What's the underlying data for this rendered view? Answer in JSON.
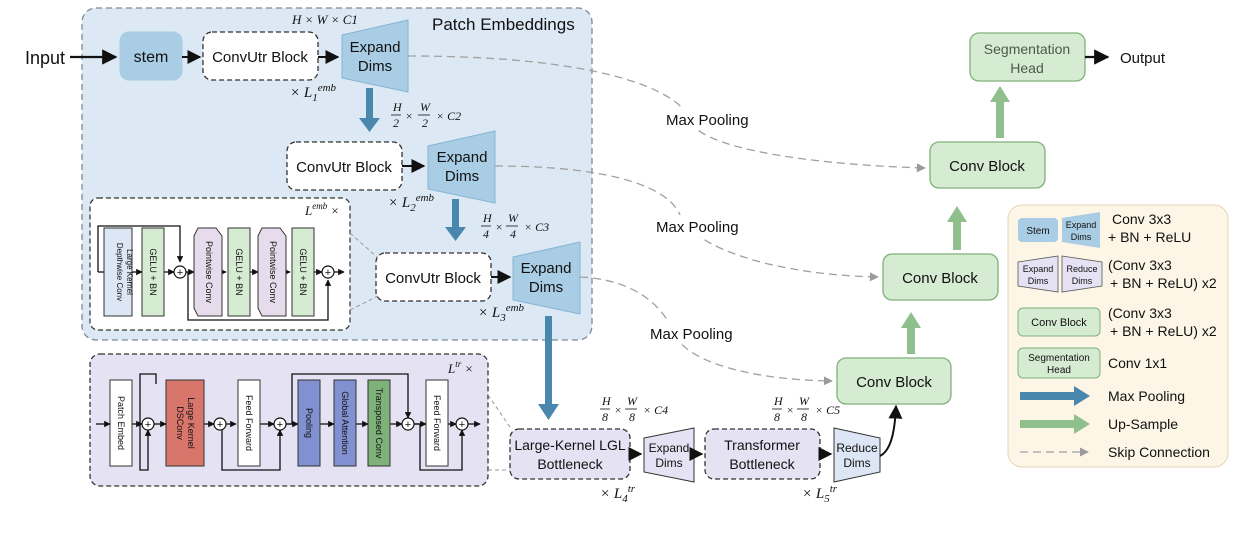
{
  "input": "Input",
  "output": "Output",
  "patch_embeddings": "Patch Embeddings",
  "stem": "stem",
  "convutr_block": "ConvUtr Block",
  "expand": "Expand",
  "dims": "Dims",
  "dim1": "H × W × C1",
  "dim2": "H/2 × W/2 × C2",
  "dim3": "H/4 × W/4 × C3",
  "dim4": "H/8 × W/8 × C4",
  "dim5": "H/8 × W/8 × C5",
  "l1": "× L1^emb",
  "l2": "× L2^emb",
  "l3": "× L3^emb",
  "l4": "× L4^tr",
  "l5": "× L5^tr",
  "lemb": "L^emb ×",
  "ltr": "L^tr ×",
  "max_pooling": "Max Pooling",
  "conv_block": "Conv Block",
  "seg_head_1": "Segmentation",
  "seg_head_2": "Head",
  "lgl_1": "Large-Kernel LGL",
  "lgl_2": "Bottleneck",
  "trans_1": "Transformer",
  "trans_2": "Bottleneck",
  "reduce": "Reduce",
  "emb_inner": {
    "large_kernel_1": "Large Kernel",
    "large_kernel_2": "Depthwise Conv",
    "gelu_bn": "GELU + BN",
    "pointwise": "Pointwise Conv"
  },
  "tr_inner": {
    "patch_embed": "Patch Embed",
    "lk_dsconv_1": "Large Kernel",
    "lk_dsconv_2": "DSConv",
    "feed_forward": "Feed Forward",
    "pooling": "Pooling",
    "global_attention": "Global Attention",
    "transposed_conv": "Transposed Conv"
  },
  "legend": {
    "stem": "Stem",
    "expand": "Expand",
    "dims": "Dims",
    "reduce": "Reduce",
    "conv_block": "Conv Block",
    "seg_1": "Segmentation",
    "seg_2": "Head",
    "desc_conv3x3_1": "Conv 3x3",
    "desc_conv3x3_2": "+ BN + ReLU",
    "desc_pair_1": "(Conv 3x3",
    "desc_pair_2": "+ BN + ReLU) x2",
    "desc_conv1x1": "Conv 1x1",
    "max_pooling": "Max Pooling",
    "up_sample": "Up-Sample",
    "skip_connection": "Skip Connection"
  },
  "colors": {
    "blue_arrow": "#4a87ad",
    "green_arrow": "#8fbf8c",
    "green_fill": "#d6ecd2",
    "green_stroke": "#7fb27a",
    "patch_bg": "#dce9f5",
    "bottleneck_bg": "#e4e2f3",
    "legend_bg": "#fdf6e6",
    "expand_fill": "#a9cde4",
    "red_block": "#d9766b",
    "purple_block": "#8190d0"
  }
}
